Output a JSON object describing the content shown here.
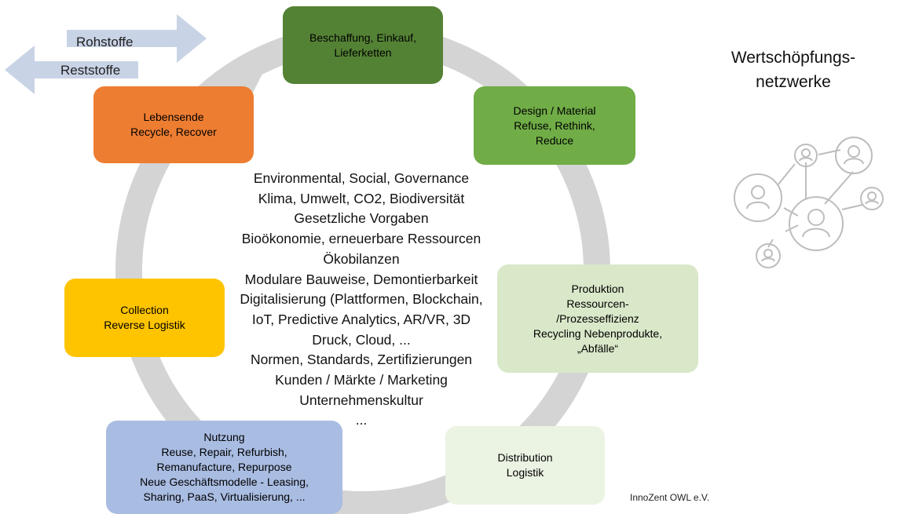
{
  "cycle_boxes": {
    "beschaffung": {
      "lines": [
        "Beschaffung, Einkauf,",
        "Lieferketten"
      ],
      "color": "#548235",
      "text_color": "#000000"
    },
    "design": {
      "lines": [
        "Design / Material",
        "Refuse, Rethink,",
        "Reduce"
      ],
      "color": "#70AD47",
      "text_color": "#000000"
    },
    "produktion": {
      "lines": [
        "Produktion",
        "Ressourcen-",
        "/Prozesseffizienz",
        "Recycling Nebenprodukte,",
        "„Abfälle“"
      ],
      "color": "#D9E8C9",
      "text_color": "#000000"
    },
    "distribution": {
      "lines": [
        "Distribution",
        "Logistik"
      ],
      "color": "#EBF3E3",
      "text_color": "#000000"
    },
    "nutzung": {
      "lines": [
        "Nutzung",
        "Reuse, Repair, Refurbish,",
        "Remanufacture, Repurpose",
        "Neue Geschäftsmodelle - Leasing,",
        "Sharing, PaaS, Virtualisierung, ..."
      ],
      "color": "#A9BCE2",
      "text_color": "#000000"
    },
    "collection": {
      "lines": [
        "Collection",
        "Reverse Logistik"
      ],
      "color": "#FFC400",
      "text_color": "#000000"
    },
    "lebensende": {
      "lines": [
        "Lebensende",
        "Recycle, Recover"
      ],
      "color": "#ED7D31",
      "text_color": "#000000"
    }
  },
  "flows": {
    "rohstoffe": "Rohstoffe",
    "reststoffe": "Reststoffe",
    "arrow_color": "#C9D3E6"
  },
  "center_topics": [
    "Environmental, Social, Governance",
    "Klima, Umwelt, CO2, Biodiversität",
    "Gesetzliche Vorgaben",
    "Bioökonomie, erneuerbare Ressourcen",
    "Ökobilanzen",
    "Modulare Bauweise, Demontierbarkeit",
    "Digitalisierung (Plattformen, Blockchain,",
    "IoT, Predictive Analytics, AR/VR, 3D",
    "Druck, Cloud, ...",
    "Normen, Standards, Zertifizierungen",
    "Kunden / Märkte / Marketing",
    "Unternehmenskultur",
    "..."
  ],
  "side_title": [
    "Wertschöpfungs-",
    "netzwerke"
  ],
  "network_icon": {
    "name": "network-people-icon",
    "color": "#BDBDBD"
  },
  "ring_color": "#D4D4D4",
  "credit": "InnoZent OWL e.V."
}
